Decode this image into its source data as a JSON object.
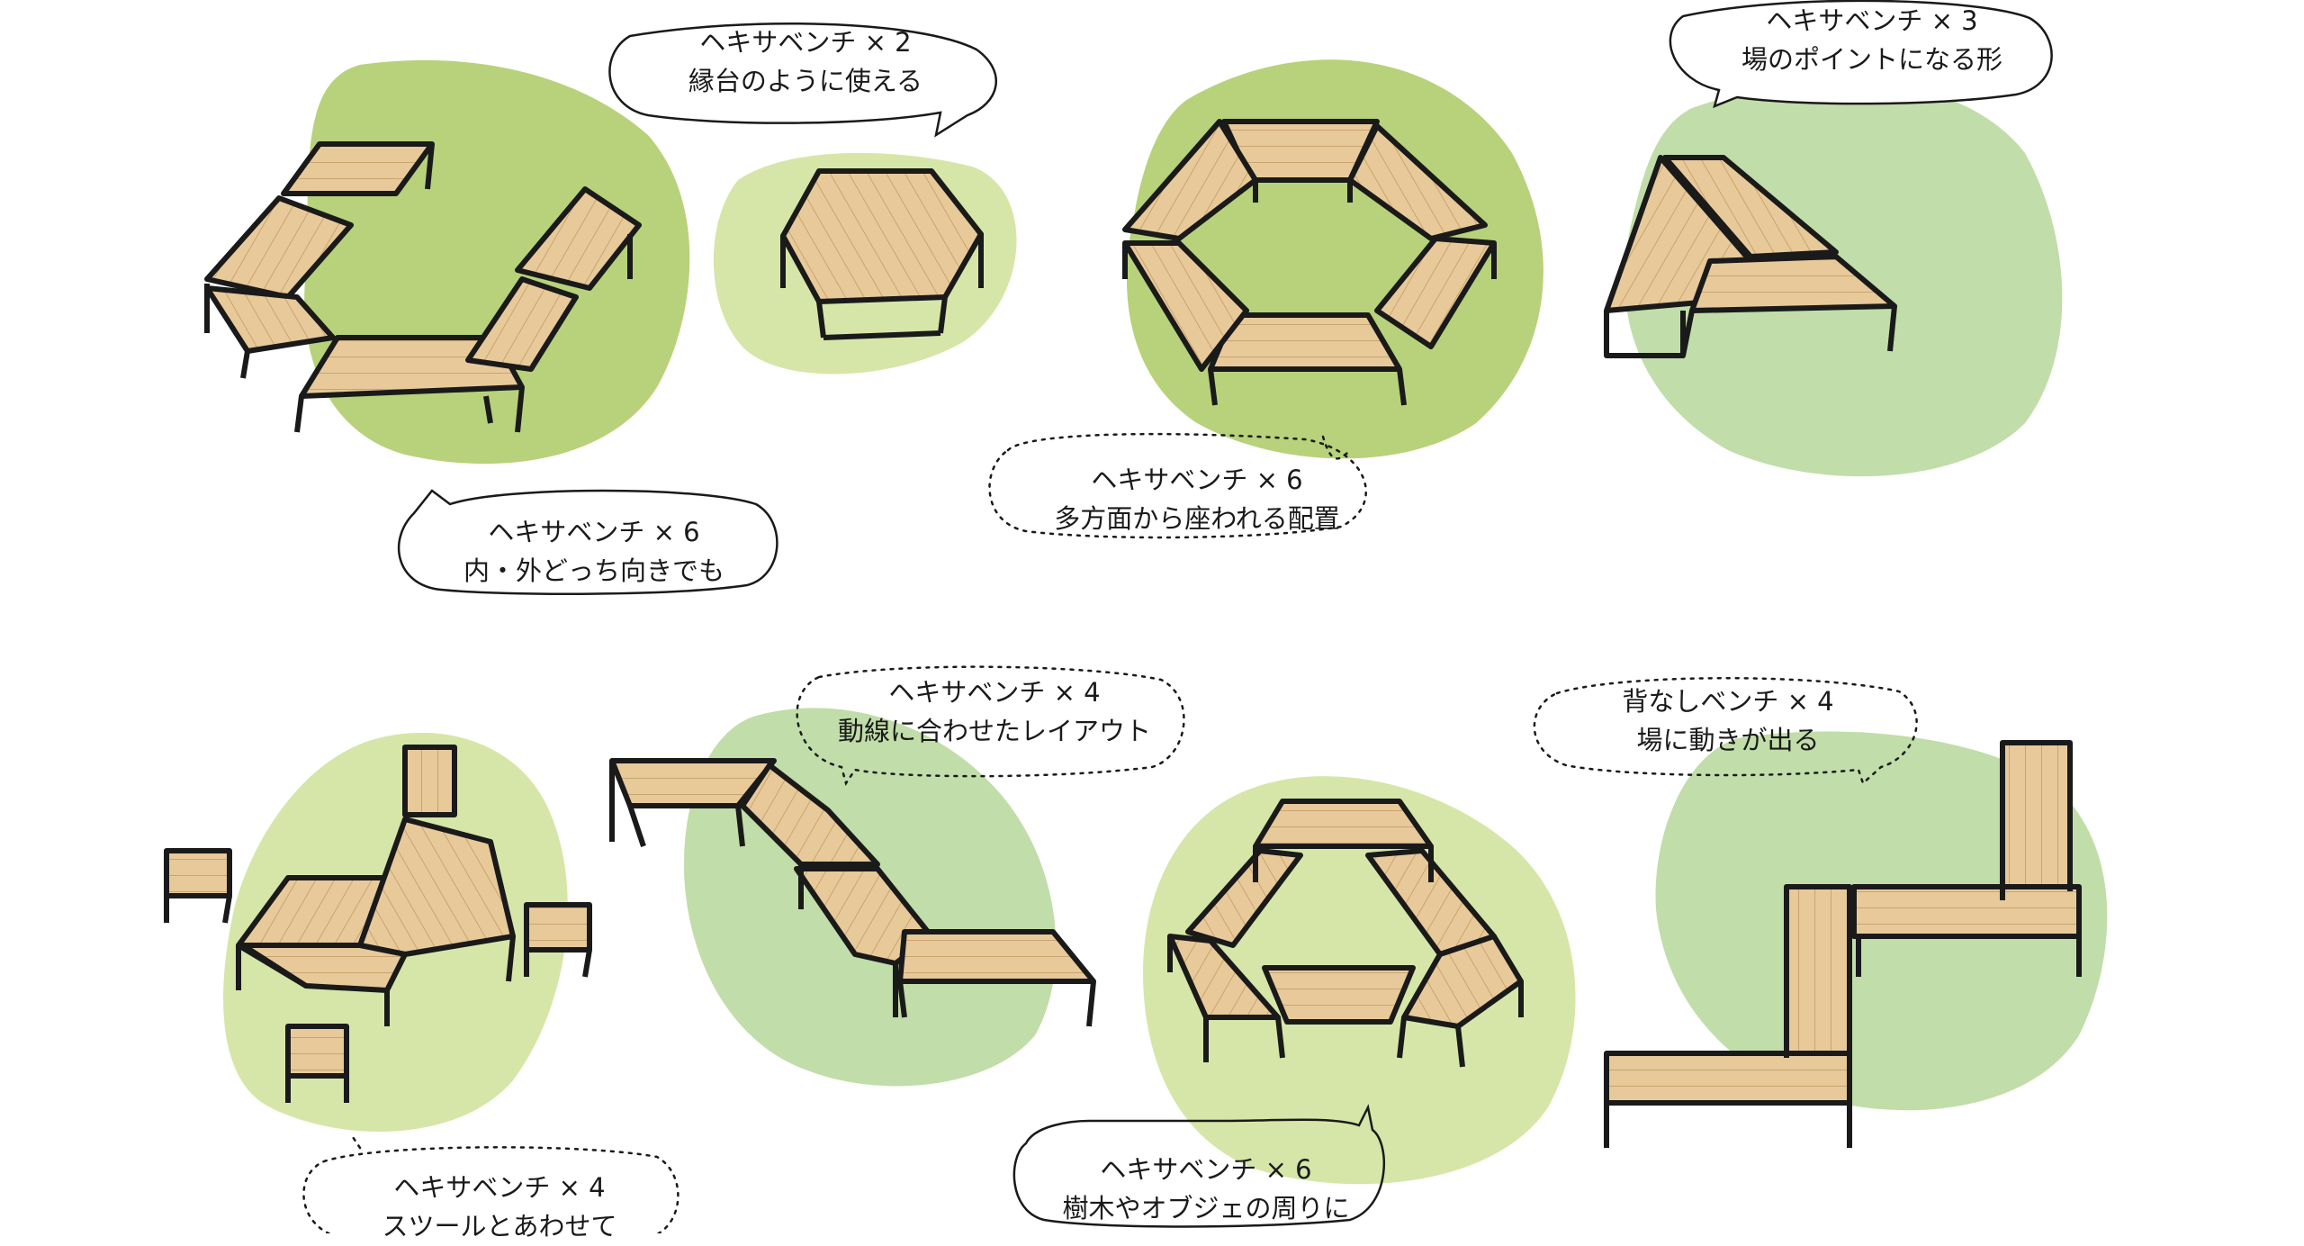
{
  "colors": {
    "blob_green": "#b7d27a",
    "blob_light": "#d6e6a8",
    "blob_mint": "#c1dda9",
    "wood": "#e8c99a",
    "wood_line": "#c9a46f",
    "frame": "#1a1a1a"
  },
  "captions": [
    {
      "title": "ヘキサベンチ × 2",
      "desc": "縁台のように使える"
    },
    {
      "title": "ヘキサベンチ × 3",
      "desc": "場のポイントになる形"
    },
    {
      "title": "ヘキサベンチ × 6",
      "desc": "内・外どっち向きでも"
    },
    {
      "title": "ヘキサベンチ × 6",
      "desc": "多方面から座われる配置"
    },
    {
      "title": "ヘキサベンチ × 4",
      "desc": "動線に合わせたレイアウト"
    },
    {
      "title": "背なしベンチ × 4",
      "desc": "場に動きが出る"
    },
    {
      "title": "ヘキサベンチ × 4",
      "desc": "スツールとあわせて"
    },
    {
      "title": "ヘキサベンチ × 6",
      "desc": "樹木やオブジェの周りに"
    }
  ]
}
